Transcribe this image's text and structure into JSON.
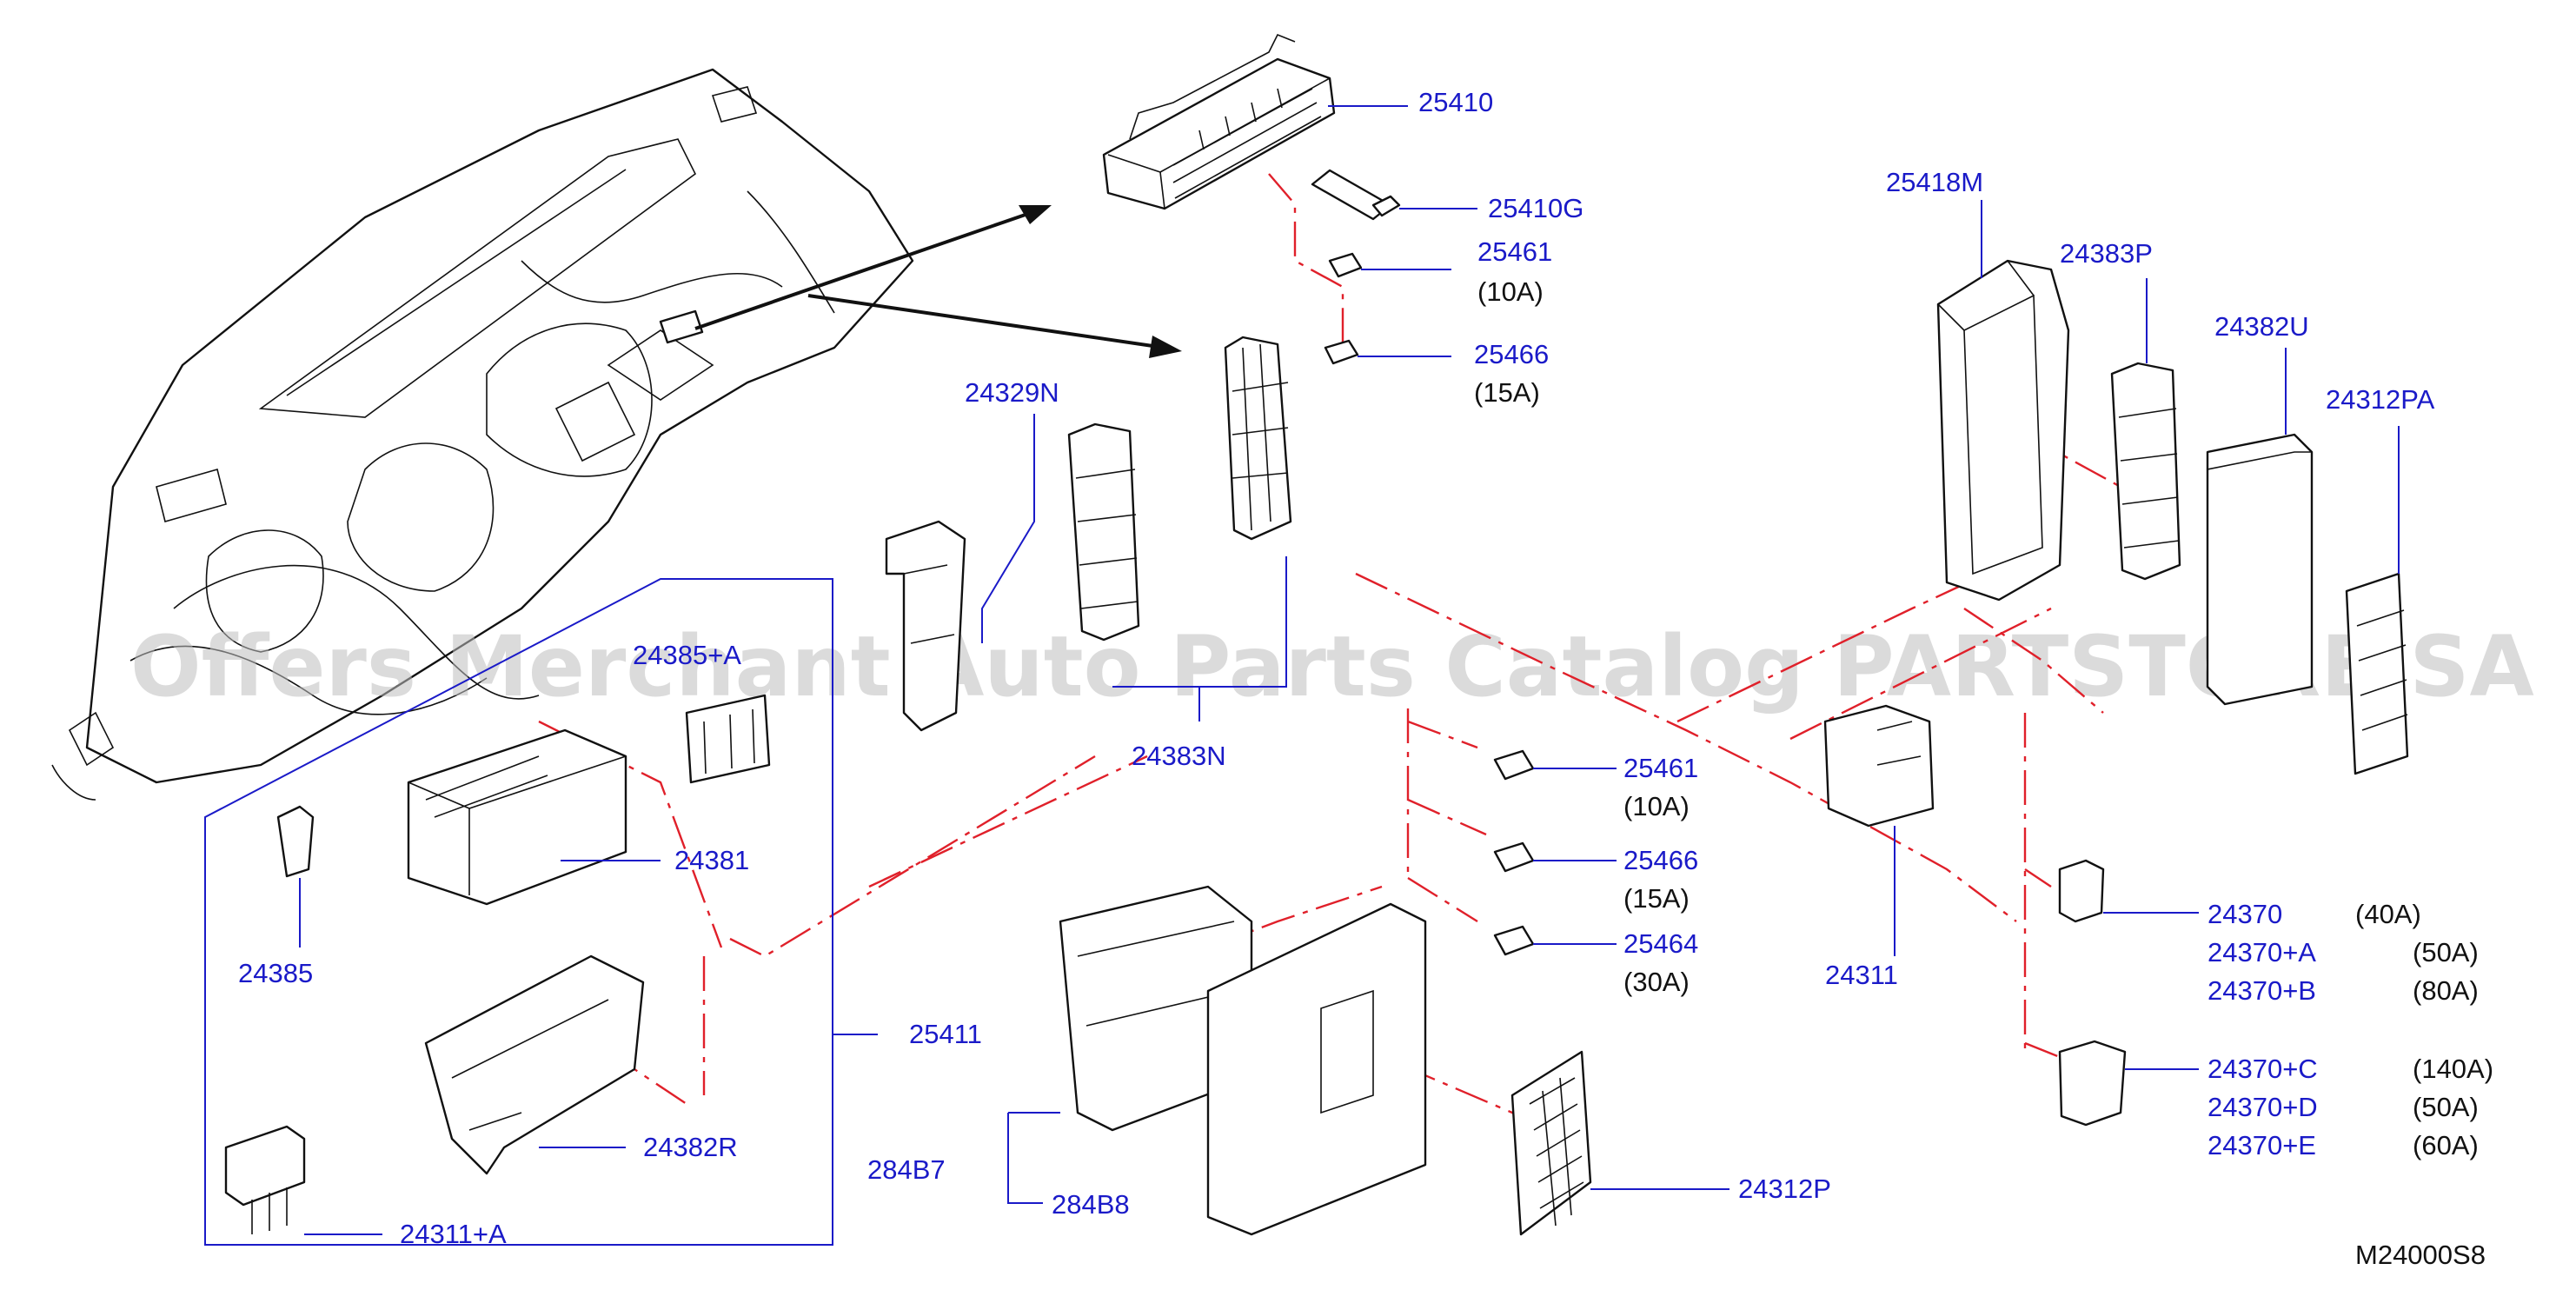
{
  "diagram": {
    "watermark": "Offers Merchant Auto Parts Catalog PARTSTORE.SA",
    "code": "M24000S8",
    "callouts": {
      "c25410": "25410",
      "c25410G": "25410G",
      "c25461a": "25461",
      "c25466a": "25466",
      "c25418M": "25418M",
      "c24383P": "24383P",
      "c24382U": "24382U",
      "c24312PA": "24312PA",
      "c24329N": "24329N",
      "c24383N": "24383N",
      "c24385A": "24385+A",
      "c24381": "24381",
      "c24385": "24385",
      "c25411": "25411",
      "c24382R": "24382R",
      "c24311A": "24311+A",
      "c25461b": "25461",
      "c25466b": "25466",
      "c25464": "25464",
      "c24311": "24311",
      "c24370": "24370",
      "c24370A": "24370+A",
      "c24370B": "24370+B",
      "c24370C": "24370+C",
      "c24370D": "24370+D",
      "c24370E": "24370+E",
      "c284B7": "284B7",
      "c284B8": "284B8",
      "c24312P": "24312P"
    },
    "ratings": {
      "r25461a": "(10A)",
      "r25466a": "(15A)",
      "r25461b": "(10A)",
      "r25466b": "(15A)",
      "r25464": "(30A)",
      "r24370": "(40A)",
      "r24370A": "(50A)",
      "r24370B": "(80A)",
      "r24370C": "(140A)",
      "r24370D": "(50A)",
      "r24370E": "(60A)"
    },
    "colors": {
      "callout": "#1a1ac8",
      "phantom_line": "#e0202a",
      "part_outline": "#111111",
      "watermark": "#bdbdbd"
    }
  }
}
